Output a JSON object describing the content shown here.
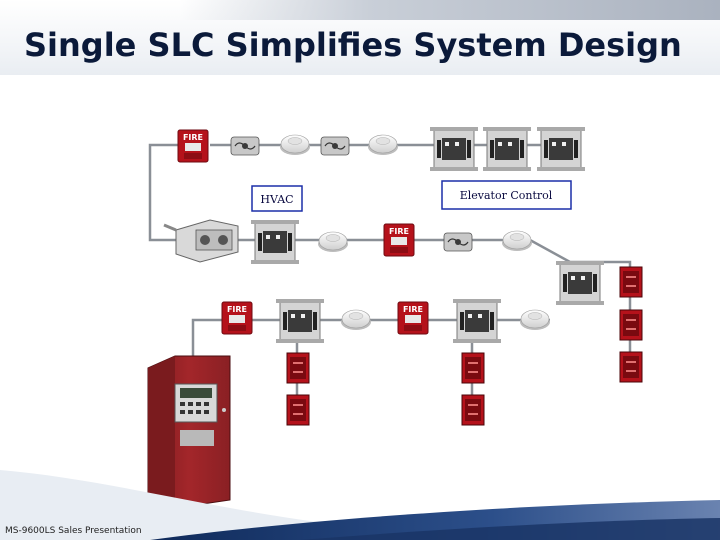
{
  "slide": {
    "title": "Single SLC Simplifies System Design",
    "footer": "MS-9600LS Sales Presentation"
  },
  "labels": {
    "hvac": "HVAC",
    "elevator": "Elevator Control"
  },
  "colors": {
    "title": "#0b1a3a",
    "pull_station_red": "#b5121b",
    "panel_red": "#a3262a",
    "wire": "#8a8f96",
    "label_border": "#1b2fa8"
  }
}
